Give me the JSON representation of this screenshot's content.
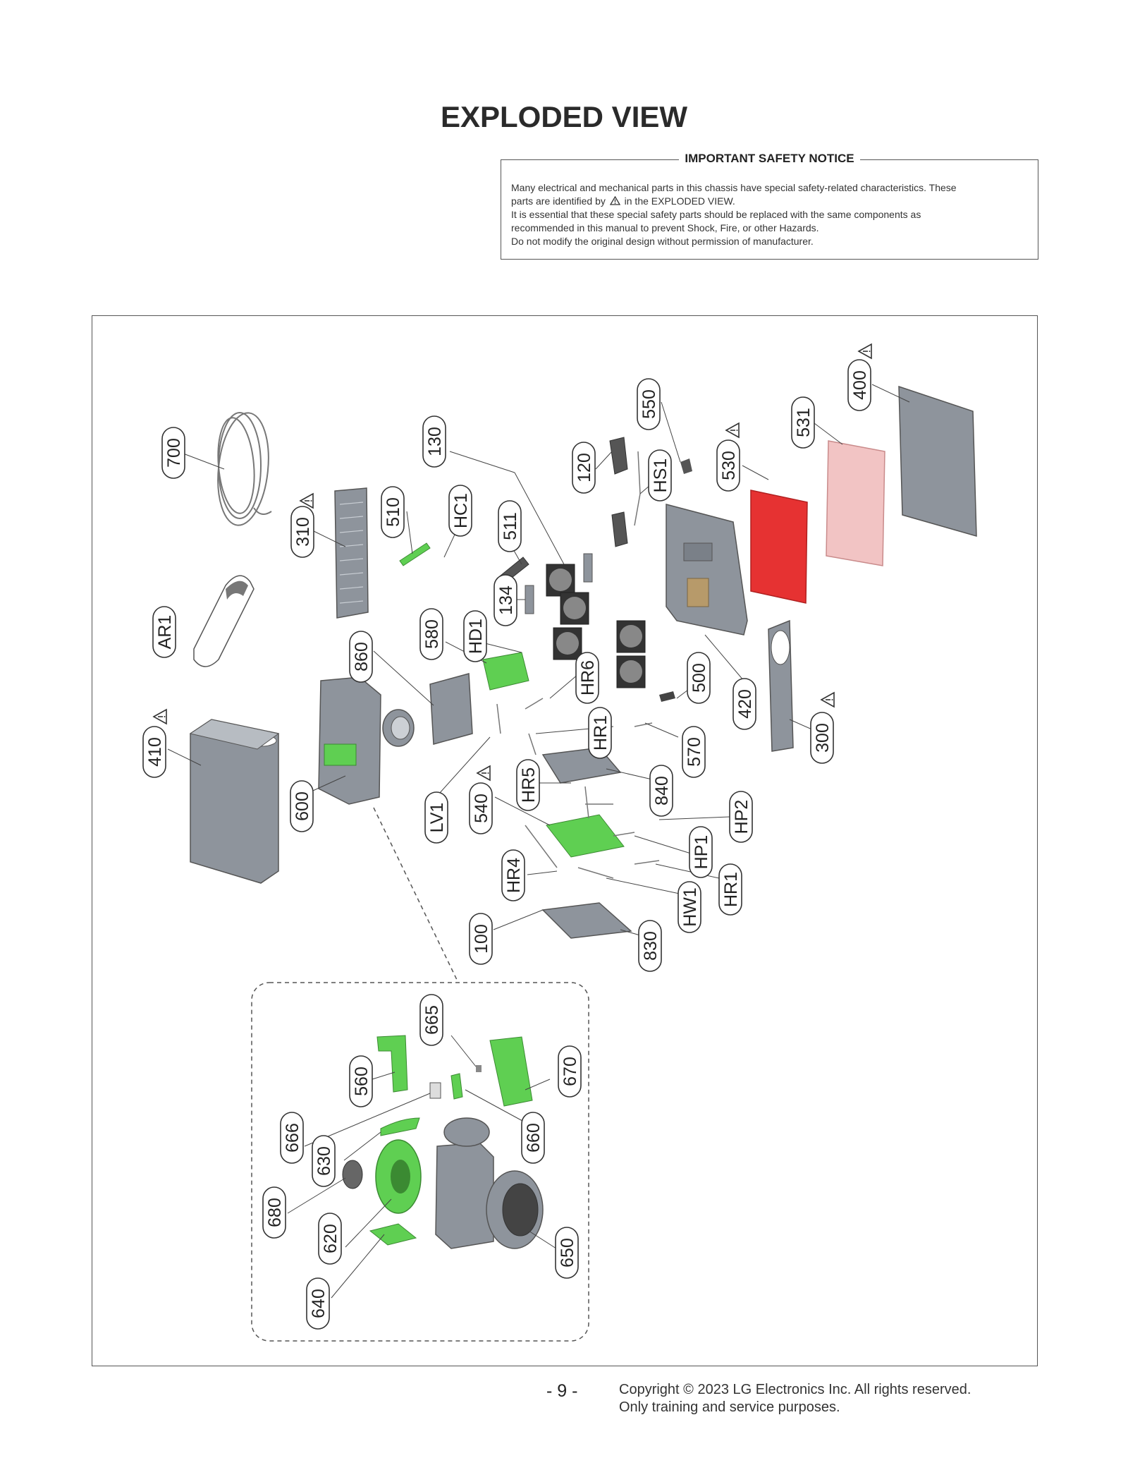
{
  "page": {
    "title": "EXPLODED VIEW",
    "page_number": "- 9 -",
    "copyright_line1": "Copyright © 2023 LG Electronics Inc. All rights reserved.",
    "copyright_line2": "Only training and service purposes."
  },
  "notice": {
    "title": "IMPORTANT SAFETY NOTICE",
    "line1": "Many electrical and mechanical parts in this chassis have special safety-related characteristics. These",
    "line2_pre": "parts are identified by",
    "line2_post": "in the EXPLODED VIEW.",
    "line3": "It is essential that these special safety parts should be replaced with the same components as",
    "line4": "recommended in this manual to prevent Shock, Fire, or other Hazards.",
    "line5": "Do not modify the original design without permission of manufacturer."
  },
  "callouts": {
    "c700": "700",
    "c310": "310",
    "c510": "510",
    "cHC1": "HC1",
    "c130": "130",
    "c120": "120",
    "c550": "550",
    "cHS1": "HS1",
    "c530": "530",
    "c531": "531",
    "c400": "400",
    "cAR1": "AR1",
    "c511": "511",
    "c134": "134",
    "c580": "580",
    "cHD1": "HD1",
    "c860": "860",
    "cHR6": "HR6",
    "c500": "500",
    "c420": "420",
    "c410": "410",
    "c300": "300",
    "cHR1a": "HR1",
    "c570": "570",
    "c600": "600",
    "cLV1": "LV1",
    "c540": "540",
    "cHR5": "HR5",
    "c840": "840",
    "cHP2": "HP2",
    "cHP1": "HP1",
    "cHR4": "HR4",
    "cHR1b": "HR1",
    "cHW1": "HW1",
    "c100": "100",
    "c830": "830",
    "c665": "665",
    "c560": "560",
    "c670": "670",
    "c666": "666",
    "c660": "660",
    "c630": "630",
    "c680": "680",
    "c620": "620",
    "c650": "650",
    "c640": "640"
  },
  "colors": {
    "part_gray": "#8e949c",
    "pcb_green": "#5fcf52",
    "safety_red": "#e63232",
    "shield_pink": "#f2c4c4"
  }
}
